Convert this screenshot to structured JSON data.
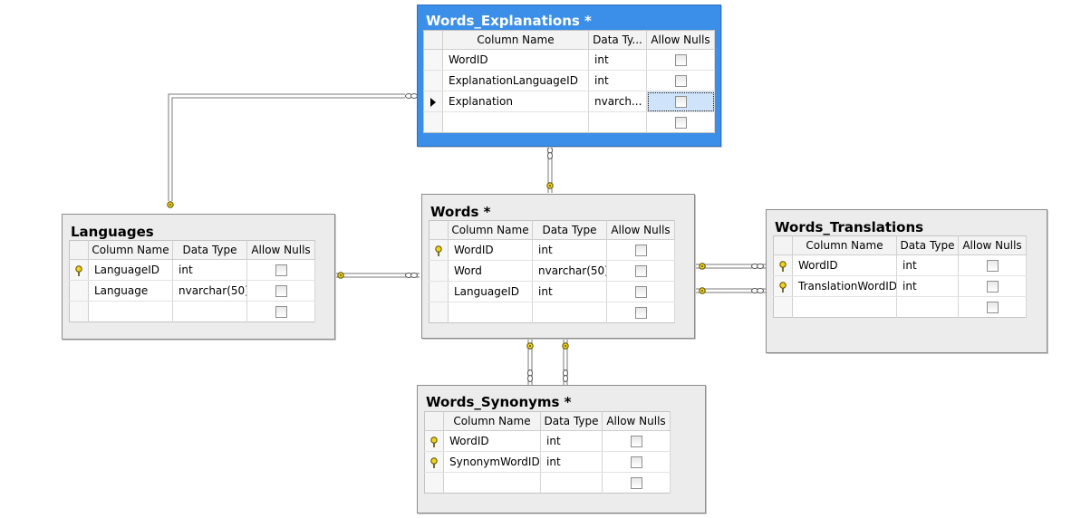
{
  "tables": {
    "explanations": {
      "title": "Words_Explanations *",
      "headers": [
        "Column Name",
        "Data Ty...",
        "Allow Nulls"
      ],
      "rows": [
        {
          "name": "WordID",
          "type": "int"
        },
        {
          "name": "ExplanationLanguageID",
          "type": "int"
        },
        {
          "name": "Explanation",
          "type": "nvarch..."
        },
        {
          "name": "",
          "type": ""
        }
      ]
    },
    "languages": {
      "title": "Languages",
      "headers": [
        "Column Name",
        "Data Type",
        "Allow Nulls"
      ],
      "rows": [
        {
          "name": "LanguageID",
          "type": "int"
        },
        {
          "name": "Language",
          "type": "nvarchar(50)"
        },
        {
          "name": "",
          "type": ""
        }
      ]
    },
    "words": {
      "title": "Words *",
      "headers": [
        "Column Name",
        "Data Type",
        "Allow Nulls"
      ],
      "rows": [
        {
          "name": "WordID",
          "type": "int"
        },
        {
          "name": "Word",
          "type": "nvarchar(50)"
        },
        {
          "name": "LanguageID",
          "type": "int"
        },
        {
          "name": "",
          "type": ""
        }
      ]
    },
    "translations": {
      "title": "Words_Translations",
      "headers": [
        "Column Name",
        "Data Type",
        "Allow Nulls"
      ],
      "rows": [
        {
          "name": "WordID",
          "type": "int"
        },
        {
          "name": "TranslationWordID",
          "type": "int"
        },
        {
          "name": "",
          "type": ""
        }
      ]
    },
    "synonyms": {
      "title": "Words_Synonyms *",
      "headers": [
        "Column Name",
        "Data Type",
        "Allow Nulls"
      ],
      "rows": [
        {
          "name": "WordID",
          "type": "int"
        },
        {
          "name": "SynonymWordID",
          "type": "int"
        },
        {
          "name": "",
          "type": ""
        }
      ]
    }
  },
  "colors": {
    "active_title_bar": "#3b8fe8",
    "key_icon": "#f2d21b",
    "relationship_line": "#7a7a7a"
  },
  "icons": {
    "primary_key": "key-icon",
    "current_row": "row-pointer-icon",
    "relationship_one_end": "key-end-icon",
    "relationship_many_end": "infinity-icon"
  }
}
